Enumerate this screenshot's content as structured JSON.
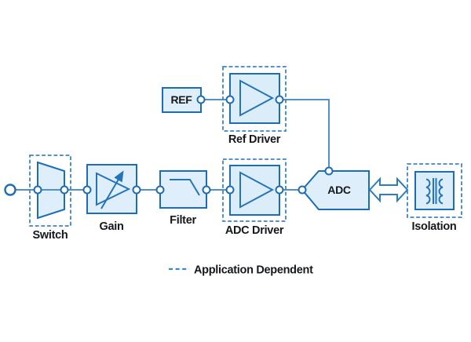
{
  "diagram": {
    "title_none_shown": "",
    "blocks": {
      "switch": "Switch",
      "gain": "Gain",
      "filter": "Filter",
      "adc_driver": "ADC Driver",
      "ref": "REF",
      "ref_driver": "Ref Driver",
      "adc": "ADC",
      "isolation": "Isolation"
    },
    "legend": {
      "label": "Application Dependent",
      "line_style": "dashed"
    },
    "colors": {
      "background": "#ffffff",
      "box_stroke": "#1c6db6",
      "box_fill": "#dfeefb",
      "wire": "#5391cb",
      "dashed_outline": "#3d84c6",
      "label_text": "#15181c"
    }
  }
}
